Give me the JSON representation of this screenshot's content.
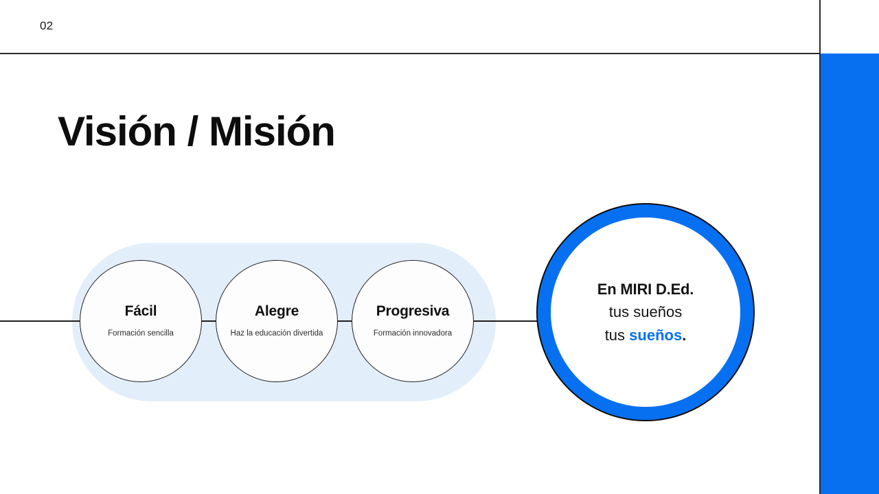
{
  "slide": {
    "page_number": "02",
    "title": "Visión / Misión",
    "accent_color": "#0670f0",
    "pill_color": "#e3eefb",
    "line_color": "#1f1f1f"
  },
  "diagram": {
    "nodes": [
      {
        "title": "Fácil",
        "subtitle": "Formación sencilla"
      },
      {
        "title": "Alegre",
        "subtitle": "Haz la educación divertida"
      },
      {
        "title": "Progresiva",
        "subtitle": "Formación innovadora"
      }
    ],
    "main_node": {
      "line1": "En MIRI D.Ed.",
      "line2": "tus sueños",
      "line3_prefix": "tus ",
      "line3_highlight": "sueños",
      "line3_suffix": ".",
      "ring_color": "#0670f0",
      "highlight_color": "#0670f0"
    }
  }
}
